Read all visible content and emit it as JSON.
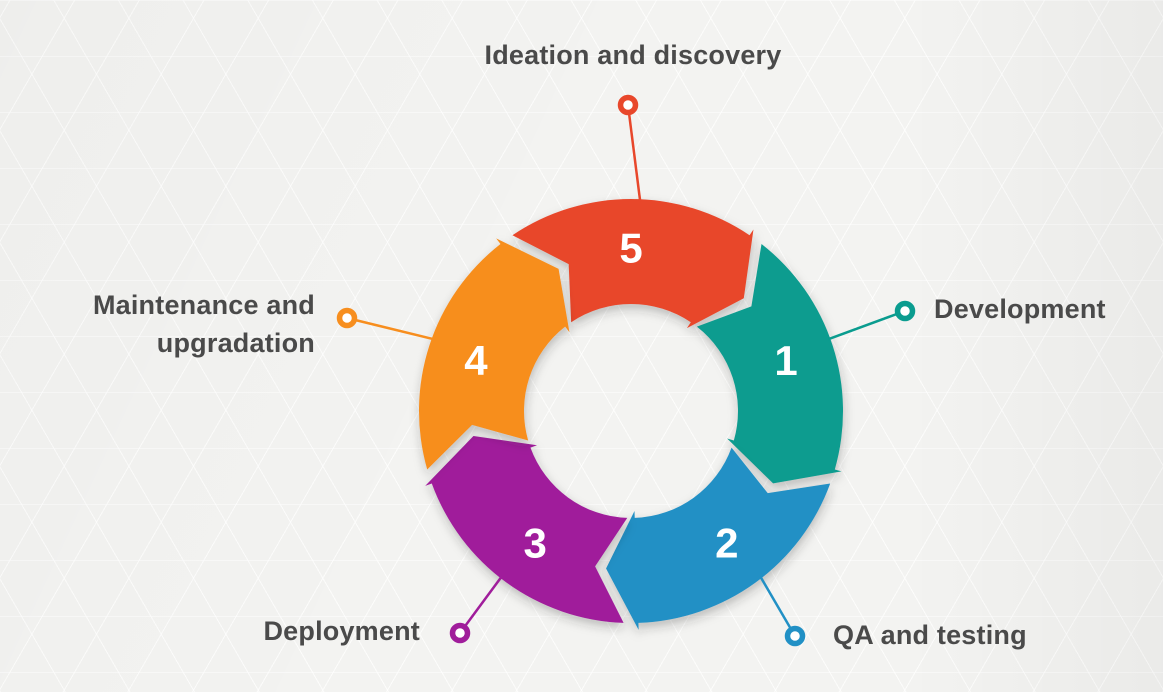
{
  "diagram": {
    "type": "cycle",
    "background": "#f3f3f1",
    "text_color": "#4a4a4a",
    "number_color": "#ffffff",
    "steps": [
      {
        "number": "1",
        "label": "Development",
        "color": "#0a9c8f",
        "position": "right"
      },
      {
        "number": "2",
        "label": "QA and testing",
        "color": "#2190c5",
        "position": "bottom-right"
      },
      {
        "number": "3",
        "label": "Deployment",
        "color": "#a01d9b",
        "position": "bottom-left"
      },
      {
        "number": "4",
        "label": "Maintenance and upgradation",
        "color": "#f78e1e",
        "position": "left"
      },
      {
        "number": "5",
        "label": "Ideation and discovery",
        "color": "#e8472b",
        "position": "top"
      }
    ]
  }
}
